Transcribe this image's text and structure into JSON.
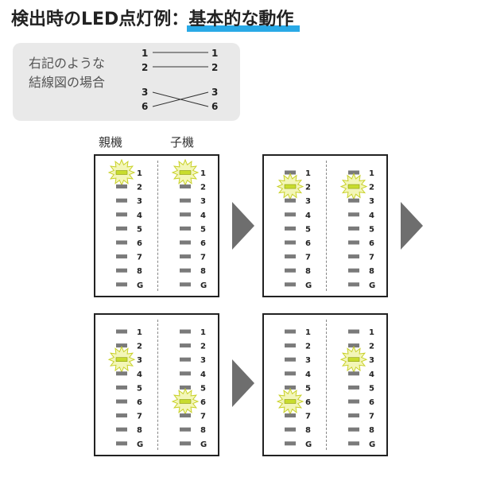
{
  "title": {
    "prefix": "検出時のLED点灯例：",
    "highlight": "基本的な動作"
  },
  "note": {
    "line1": "右記のような",
    "line2": "結線図の場合",
    "straight": {
      "left": [
        "1",
        "2"
      ],
      "right": [
        "1",
        "2"
      ]
    },
    "cross": {
      "left": [
        "3",
        "6"
      ],
      "right": [
        "3",
        "6"
      ]
    }
  },
  "roles": {
    "parent": "親機",
    "child": "子機"
  },
  "led_labels": [
    "1",
    "2",
    "3",
    "4",
    "5",
    "6",
    "7",
    "8",
    "G"
  ],
  "panels": [
    {
      "parent_lit": 1,
      "child_lit": 1
    },
    {
      "parent_lit": 2,
      "child_lit": 2
    },
    {
      "parent_lit": 3,
      "child_lit": 6
    },
    {
      "parent_lit": 6,
      "child_lit": 3
    }
  ],
  "colors": {
    "led_off": "#7a7a7a",
    "led_on": "#c8dc2e",
    "glow": "#f3f6b8",
    "glow_stroke": "#c9d12a",
    "accent": "#29a9e6",
    "arrow": "#6e6e6e"
  }
}
